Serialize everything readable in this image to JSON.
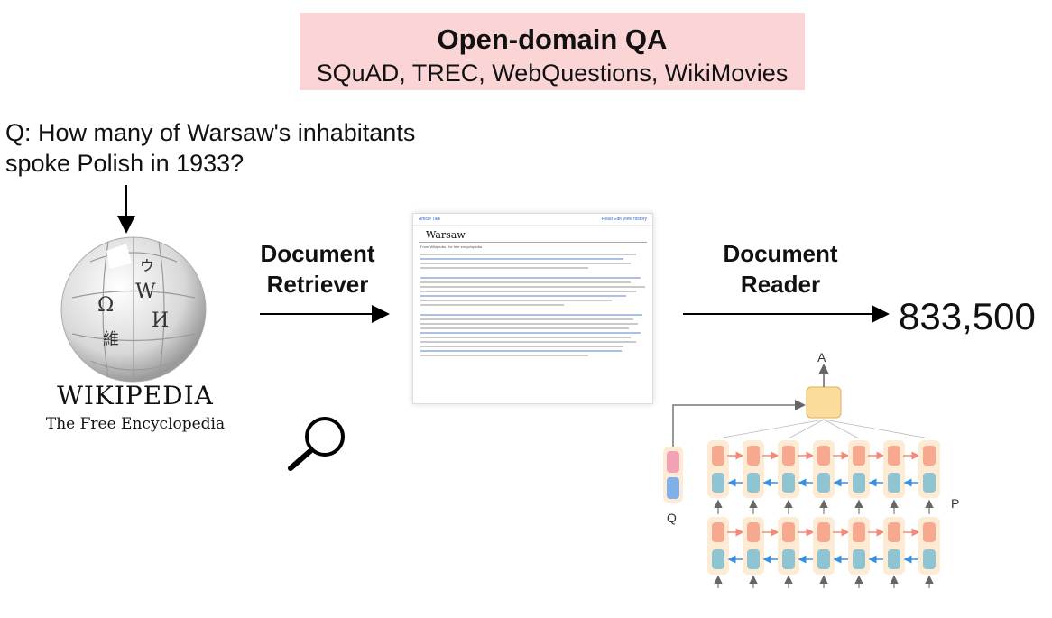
{
  "header": {
    "title": "Open-domain QA",
    "subtitle": "SQuAD, TREC, WebQuestions, WikiMovies"
  },
  "question": {
    "line1": "Q:  How many of Warsaw's inhabitants",
    "line2": "spoke Polish in 1933?"
  },
  "wikipedia": {
    "name": "WIKIPEDIA",
    "tagline": "The Free Encyclopedia"
  },
  "retriever": {
    "line1": "Document",
    "line2": "Retriever"
  },
  "reader": {
    "line1": "Document",
    "line2": "Reader"
  },
  "answer": "833,500",
  "document": {
    "tabs": "Article  Talk",
    "actions": "Read  Edit  View history",
    "title": "Warsaw",
    "from": "From Wikipedia, the free encyclopedia"
  },
  "model": {
    "label_a": "A",
    "label_q": "Q",
    "label_p": "P"
  },
  "colors": {
    "title_bg": "#fbd5d5",
    "forward_cell": "#f6a98f",
    "backward_cell": "#8fc4d2",
    "cell_bg": "#fdebd3",
    "output_box": "#fbdc9a",
    "query_top": "#f4a0b5",
    "query_bottom": "#7fb0ec"
  }
}
